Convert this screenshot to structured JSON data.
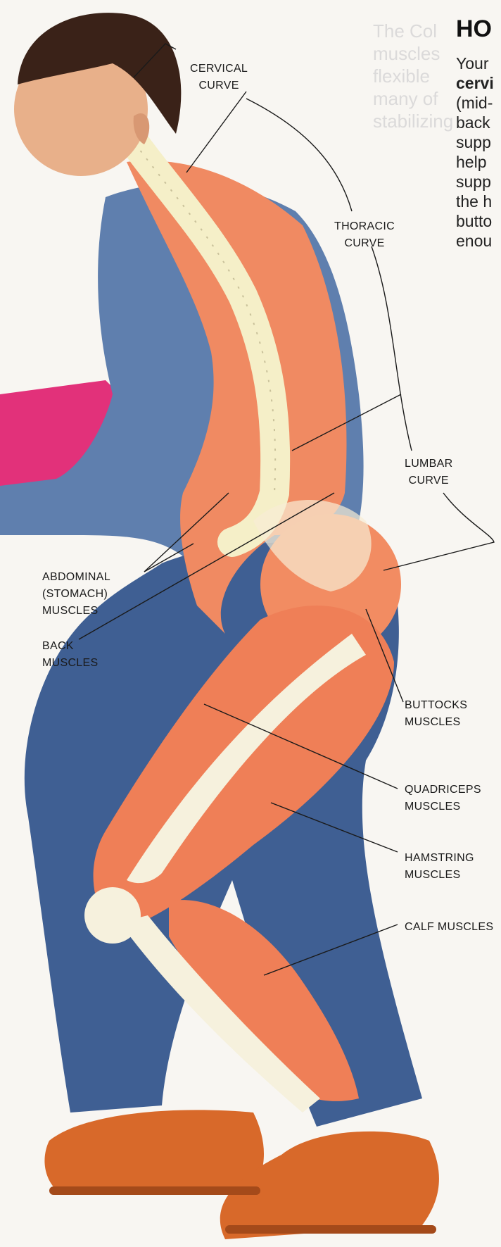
{
  "heading": "HO",
  "body_lines": [
    "Your",
    "cervi",
    "(mid-",
    "back",
    "supp",
    "help",
    "supp",
    "the h",
    "butto",
    "enou"
  ],
  "background_text": [
    "The Col",
    "muscles",
    "flexible",
    "many of",
    "stabilizing"
  ],
  "labels": {
    "cervical": [
      "CERVICAL",
      "CURVE"
    ],
    "thoracic": [
      "THORACIC",
      "CURVE"
    ],
    "lumbar": [
      "LUMBAR",
      "CURVE"
    ],
    "abdominal": [
      "ABDOMINAL",
      "(STOMACH)",
      "MUSCLES"
    ],
    "back": [
      "BACK",
      "MUSCLES"
    ],
    "buttocks": [
      "BUTTOCKS",
      "MUSCLES"
    ],
    "quadriceps": [
      "QUADRICEPS",
      "MUSCLES"
    ],
    "hamstring": [
      "HAMSTRING",
      "MUSCLES"
    ],
    "calf": [
      "CALF MUSCLES"
    ]
  },
  "colors": {
    "muscle": "#f08a62",
    "bone": "#f5efc8",
    "shirt": "#5f7fae",
    "jeans": "#3f5f93",
    "shoe": "#d8692a",
    "hair": "#3a2218",
    "skin": "#e8b08a",
    "sleeve": "#e2317a"
  }
}
